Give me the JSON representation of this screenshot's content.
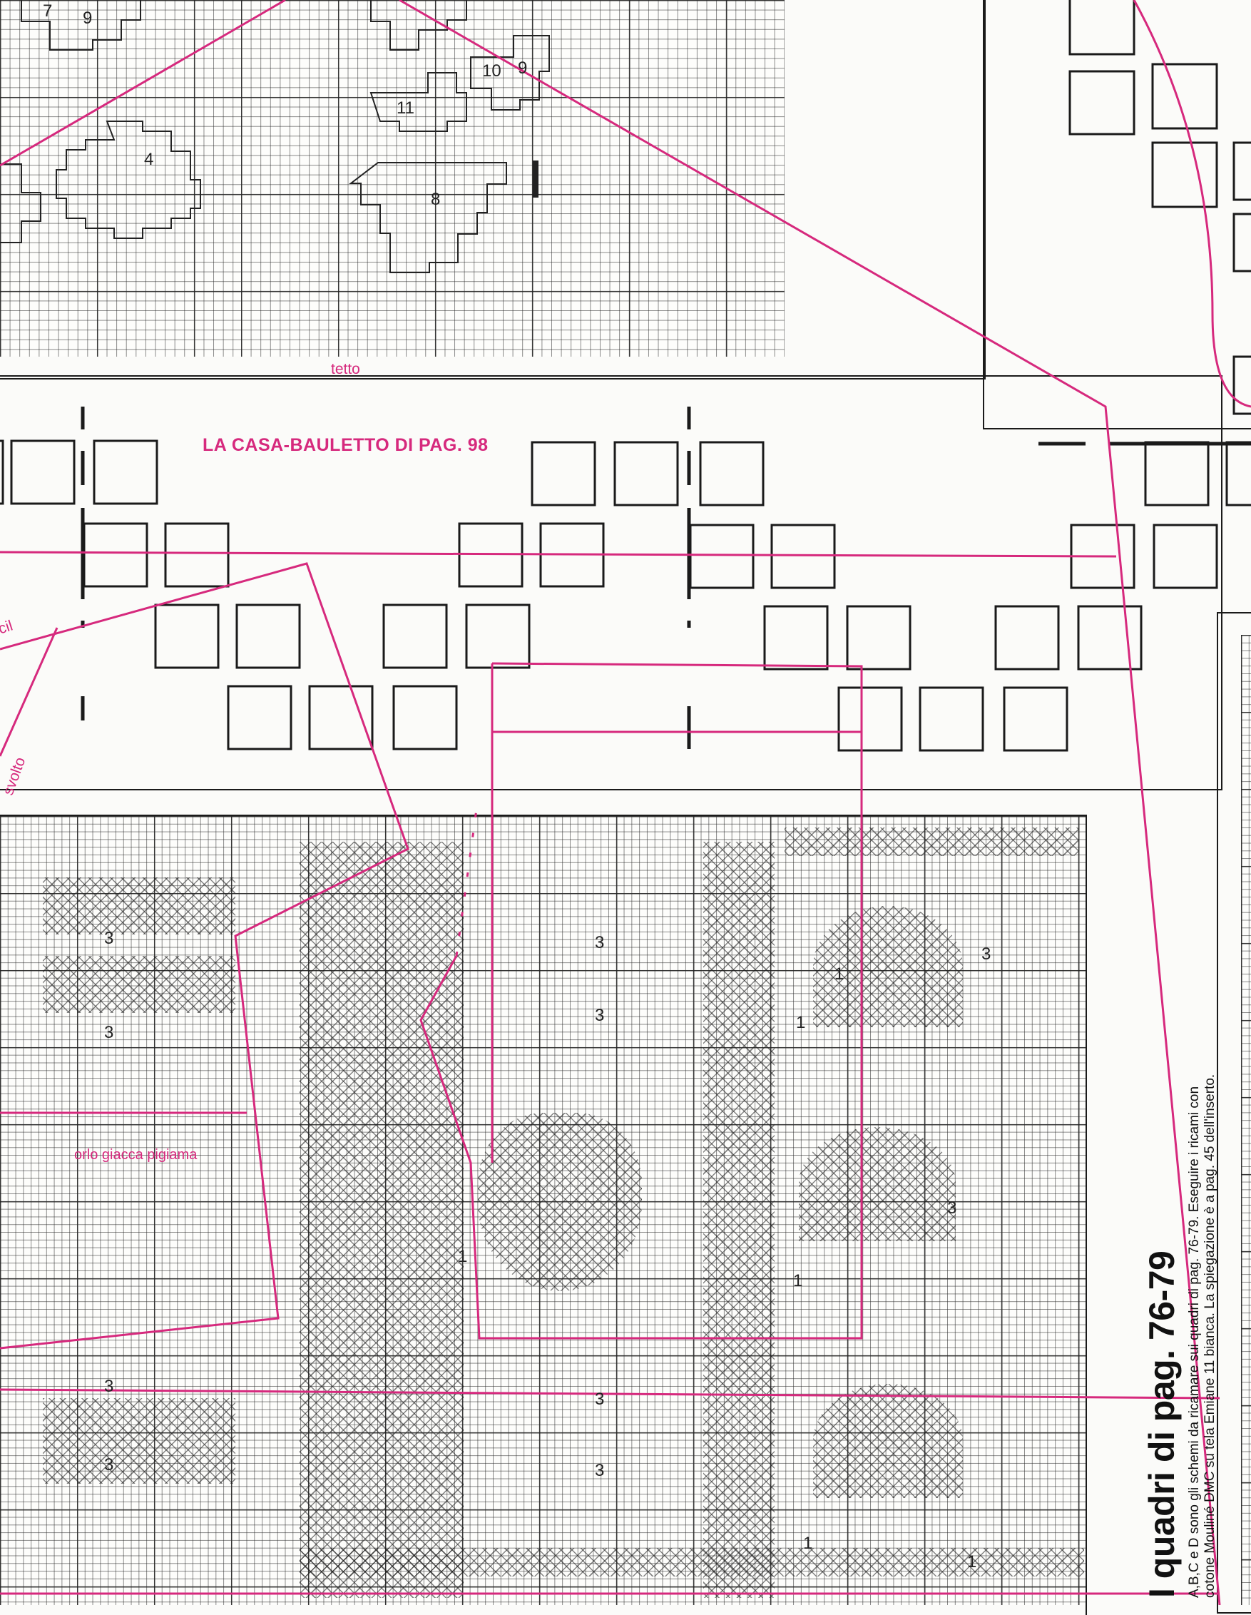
{
  "colors": {
    "pattern_line": "#d6297d",
    "ink": "#1a1a1a",
    "paper": "#fbfbf9"
  },
  "roof_chart": {
    "label": "tetto",
    "numbers": [
      "7",
      "9",
      "10",
      "9",
      "11",
      "4",
      "8"
    ]
  },
  "house_box": {
    "title": "LA CASA-BAULETTO DI PAG. 98",
    "partial_left_label": "cil",
    "partial_side_label": "svolto"
  },
  "pajama_pattern": {
    "label": "orlo giacca pigiama"
  },
  "embroidery_chart": {
    "numbers": [
      "3",
      "3",
      "3",
      "3",
      "3",
      "3",
      "3",
      "3",
      "3",
      "3",
      "1",
      "1",
      "1",
      "1",
      "1",
      "1"
    ]
  },
  "caption": {
    "title": "I quadri di pag. 76-79",
    "body": "A,B,C e D sono gli schemi da ricamare sui quadri di pag. 76-79. Eseguire i ricami con cotone Mouliné DMC su tela Emiane 11 bianca. La spiegazione è a pag. 45 dell'inserto."
  }
}
